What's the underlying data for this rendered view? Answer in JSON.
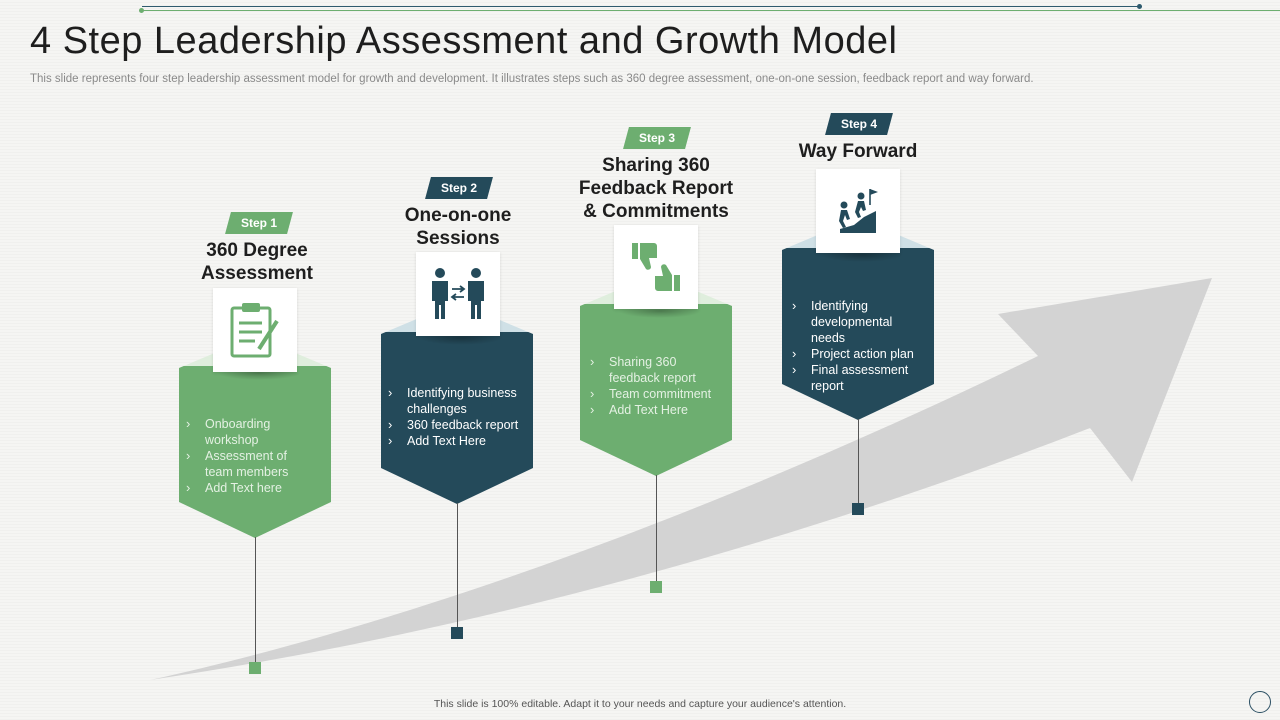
{
  "page": {
    "title": "4 Step Leadership Assessment and Growth Model",
    "subtitle": "This slide represents four step leadership assessment model for growth and development. It illustrates steps such as 360 degree assessment, one-on-one session, feedback report and way forward.",
    "footer": "This slide is 100% editable.  Adapt it to your needs and capture your audience's attention."
  },
  "colors": {
    "green": "#6dae70",
    "dark_teal": "#244a5a",
    "pale_green": "#dfeedd",
    "pale_blue": "#cfe0e6",
    "arrow_gray": "#d3d3d3"
  },
  "steps": [
    {
      "badge": "Step 1",
      "title_line1": "360 Degree",
      "title_line2": "Assessment",
      "icon": "clipboard-checklist-icon",
      "color": "green",
      "bullets": [
        "Onboarding workshop",
        "Assessment of team members",
        "Add Text here"
      ]
    },
    {
      "badge": "Step 2",
      "title_line1": "One-on-one",
      "title_line2": "Sessions",
      "icon": "two-people-exchange-icon",
      "color": "dark_teal",
      "bullets": [
        "Identifying business challenges",
        "360 feedback report",
        "Add Text Here"
      ]
    },
    {
      "badge": "Step 3",
      "title_line1": "Sharing 360",
      "title_line2": "Feedback Report",
      "title_line3": "& Commitments",
      "icon": "thumbs-down-up-icon",
      "color": "green",
      "bullets": [
        "Sharing 360 feedback report",
        "Team commitment",
        "Add Text Here"
      ]
    },
    {
      "badge": "Step 4",
      "title_line1": "Way Forward",
      "icon": "climbing-team-flag-icon",
      "color": "dark_teal",
      "bullets": [
        "Identifying developmental needs",
        "Project action plan",
        "Final assessment report"
      ]
    }
  ]
}
